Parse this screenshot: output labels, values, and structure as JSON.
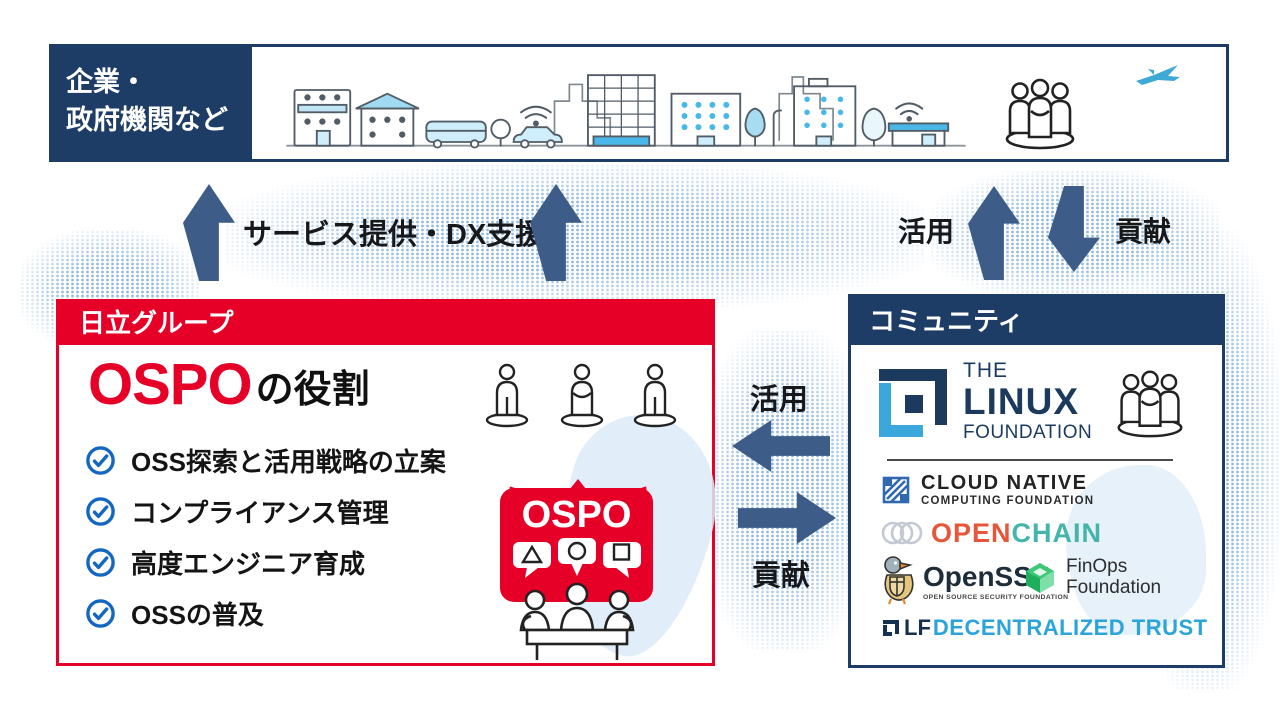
{
  "banner": {
    "label_line1": "企業・",
    "label_line2": "政府機関など"
  },
  "flows": {
    "service_label": "サービス提供・DX支援",
    "use_top": "活用",
    "contribute_top": "貢献",
    "use_mid": "活用",
    "contribute_mid": "貢献"
  },
  "hitachi": {
    "header": "日立グループ",
    "title_accent": "OSPO",
    "title_suffix": "の役割",
    "checklist": [
      "OSS探索と活用戦略の立案",
      "コンプライアンス管理",
      "高度エンジニア育成",
      "OSSの普及"
    ],
    "ospo_box_label": "OSPO"
  },
  "community": {
    "header": "コミュニティ",
    "linux_foundation": {
      "the": "THE",
      "linux": "LINUX",
      "foundation": "FOUNDATION"
    },
    "cncf": {
      "name": "CLOUD NATIVE",
      "sub": "COMPUTING FOUNDATION"
    },
    "openchain": {
      "open": "OPEN",
      "chain": "CHAIN"
    },
    "openssf": {
      "name": "OpenSSF",
      "sub": "OPEN SOURCE SECURITY FOUNDATION"
    },
    "finops": {
      "line1": "FinOps",
      "line2": "Foundation"
    },
    "lf_decentralized_trust": {
      "lf": "LF",
      "rest": "DECENTRALIZED TRUST"
    }
  },
  "colors": {
    "hitachi_red": "#e60027",
    "navy": "#1e3d66",
    "arrow_steel_blue": "#3d5c87",
    "linux_navy": "#1b3a5e",
    "linux_light_blue": "#3ba7dc",
    "openchain_orange": "#e8563a",
    "openchain_teal": "#45b5ac",
    "lfdt_blue": "#2ba4dc",
    "finops_green": "#27b368",
    "check_blue": "#1467c0",
    "city_accent": "#49b8e8"
  }
}
